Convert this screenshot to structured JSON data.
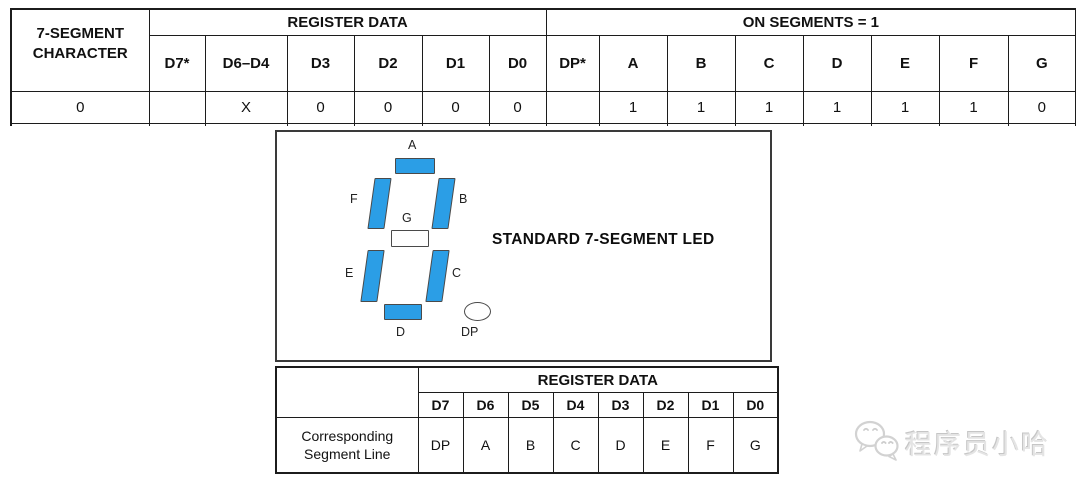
{
  "top_table": {
    "character_header": "7-SEGMENT CHARACTER",
    "register_group_header": "REGISTER DATA",
    "segments_group_header": "ON SEGMENTS = 1",
    "register_cols": [
      "D7*",
      "D6–D4",
      "D3",
      "D2",
      "D1",
      "D0"
    ],
    "segment_cols": [
      "DP*",
      "A",
      "B",
      "C",
      "D",
      "E",
      "F",
      "G"
    ],
    "row": {
      "character": "0",
      "register_values": [
        "",
        "X",
        "0",
        "0",
        "0",
        "0"
      ],
      "segment_values": [
        "",
        "1",
        "1",
        "1",
        "1",
        "1",
        "1",
        "0"
      ]
    }
  },
  "diagram": {
    "title": "STANDARD 7-SEGMENT LED",
    "segment_labels": {
      "a": "A",
      "b": "B",
      "c": "C",
      "d": "D",
      "e": "E",
      "f": "F",
      "g": "G",
      "dp": "DP"
    },
    "segment_states": {
      "a": "on",
      "b": "on",
      "c": "on",
      "d": "on",
      "e": "on",
      "f": "on",
      "g": "off",
      "dp": "off"
    },
    "colors": {
      "segment_on": "#2b9ee6",
      "segment_off": "#ffffff",
      "segment_outline": "#4a4a4a"
    }
  },
  "bottom_table": {
    "group_header": "REGISTER DATA",
    "bit_cols": [
      "D7",
      "D6",
      "D5",
      "D4",
      "D3",
      "D2",
      "D1",
      "D0"
    ],
    "row_label": "Corresponding Segment Line",
    "row_values": [
      "DP",
      "A",
      "B",
      "C",
      "D",
      "E",
      "F",
      "G"
    ]
  },
  "watermark": {
    "text": "程序员小哈",
    "icon": "wechat-icon"
  }
}
